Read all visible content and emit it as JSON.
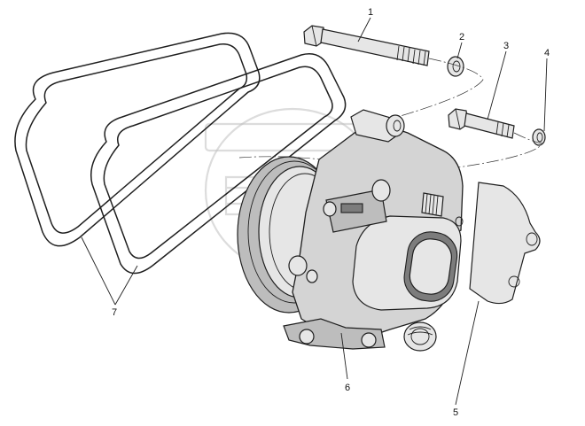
{
  "callouts": {
    "c1": "1",
    "c2": "2",
    "c3": "3",
    "c4": "4",
    "c5": "5",
    "c6": "6",
    "c7": "7"
  },
  "parts": {
    "p1": "bolt-long",
    "p2": "washer",
    "p3": "bolt-short",
    "p4": "lock-washer",
    "p5": "gasket-flange",
    "p6": "compressor-assembly",
    "p7": "drive-belts"
  },
  "colors": {
    "line": "#1f1f1f",
    "shade": "#d4d4d4",
    "watermark": "#bfbfbf"
  }
}
